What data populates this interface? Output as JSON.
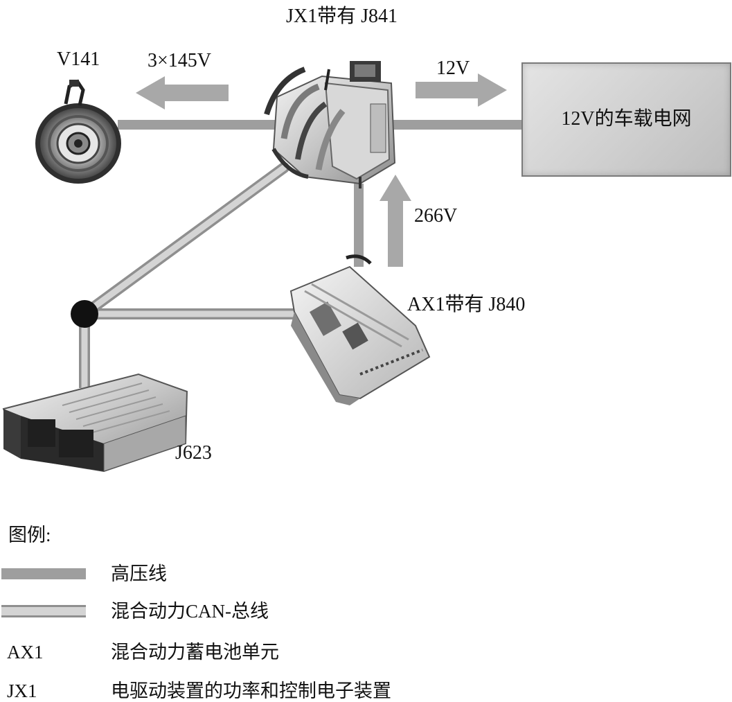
{
  "labels": {
    "jx1": "JX1带有 J841",
    "v141": "V141",
    "voltage_3x145": "3×145V",
    "voltage_12": "12V",
    "grid_box": "12V的车载电网",
    "voltage_266": "266V",
    "ax1": "AX1带有 J840",
    "j623": "J623"
  },
  "legend": {
    "title": "图例:",
    "items": [
      {
        "key": "",
        "label": "高压线"
      },
      {
        "key": "",
        "label": "混合动力CAN-总线"
      },
      {
        "key": "AX1",
        "label": "混合动力蓄电池单元"
      },
      {
        "key": "JX1",
        "label": "电驱动装置的功率和控制电子装置"
      }
    ]
  },
  "colors": {
    "high_voltage_line": "#9e9e9e",
    "can_bus_core": "#d4d4d4",
    "can_bus_border": "#8f8f8f",
    "arrow": "#a8a8a8",
    "junction": "#111111"
  }
}
